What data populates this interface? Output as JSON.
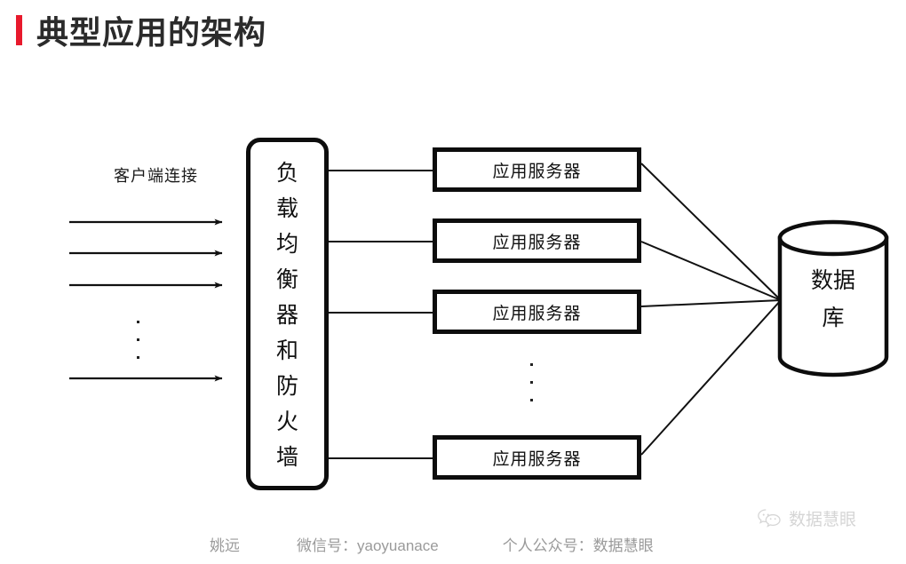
{
  "slide": {
    "title": "典型应用的架构",
    "accent_color": "#e8192c",
    "background": "#ffffff"
  },
  "diagram": {
    "client": {
      "label": "客户端连接",
      "arrow_count": 4,
      "ellipsis": "⋮"
    },
    "load_balancer": {
      "label": "负载均衡器和防火墙",
      "characters": [
        "负",
        "载",
        "均",
        "衡",
        "器",
        "和",
        "防",
        "火",
        "墙"
      ]
    },
    "app_servers": [
      {
        "label": "应用服务器"
      },
      {
        "label": "应用服务器"
      },
      {
        "label": "应用服务器"
      },
      {
        "label": "应用服务器"
      }
    ],
    "app_servers_ellipsis": "⋮",
    "database": {
      "label": "数据库",
      "line1": "数据",
      "line2": "库"
    },
    "line_color": "#0d0d0d"
  },
  "footer": {
    "author": "姚远",
    "wechat": "微信号：yaoyuanace",
    "official_account": "个人公众号：数据慧眼"
  },
  "brand": {
    "icon": "wechat-icon",
    "name": "数据慧眼"
  }
}
